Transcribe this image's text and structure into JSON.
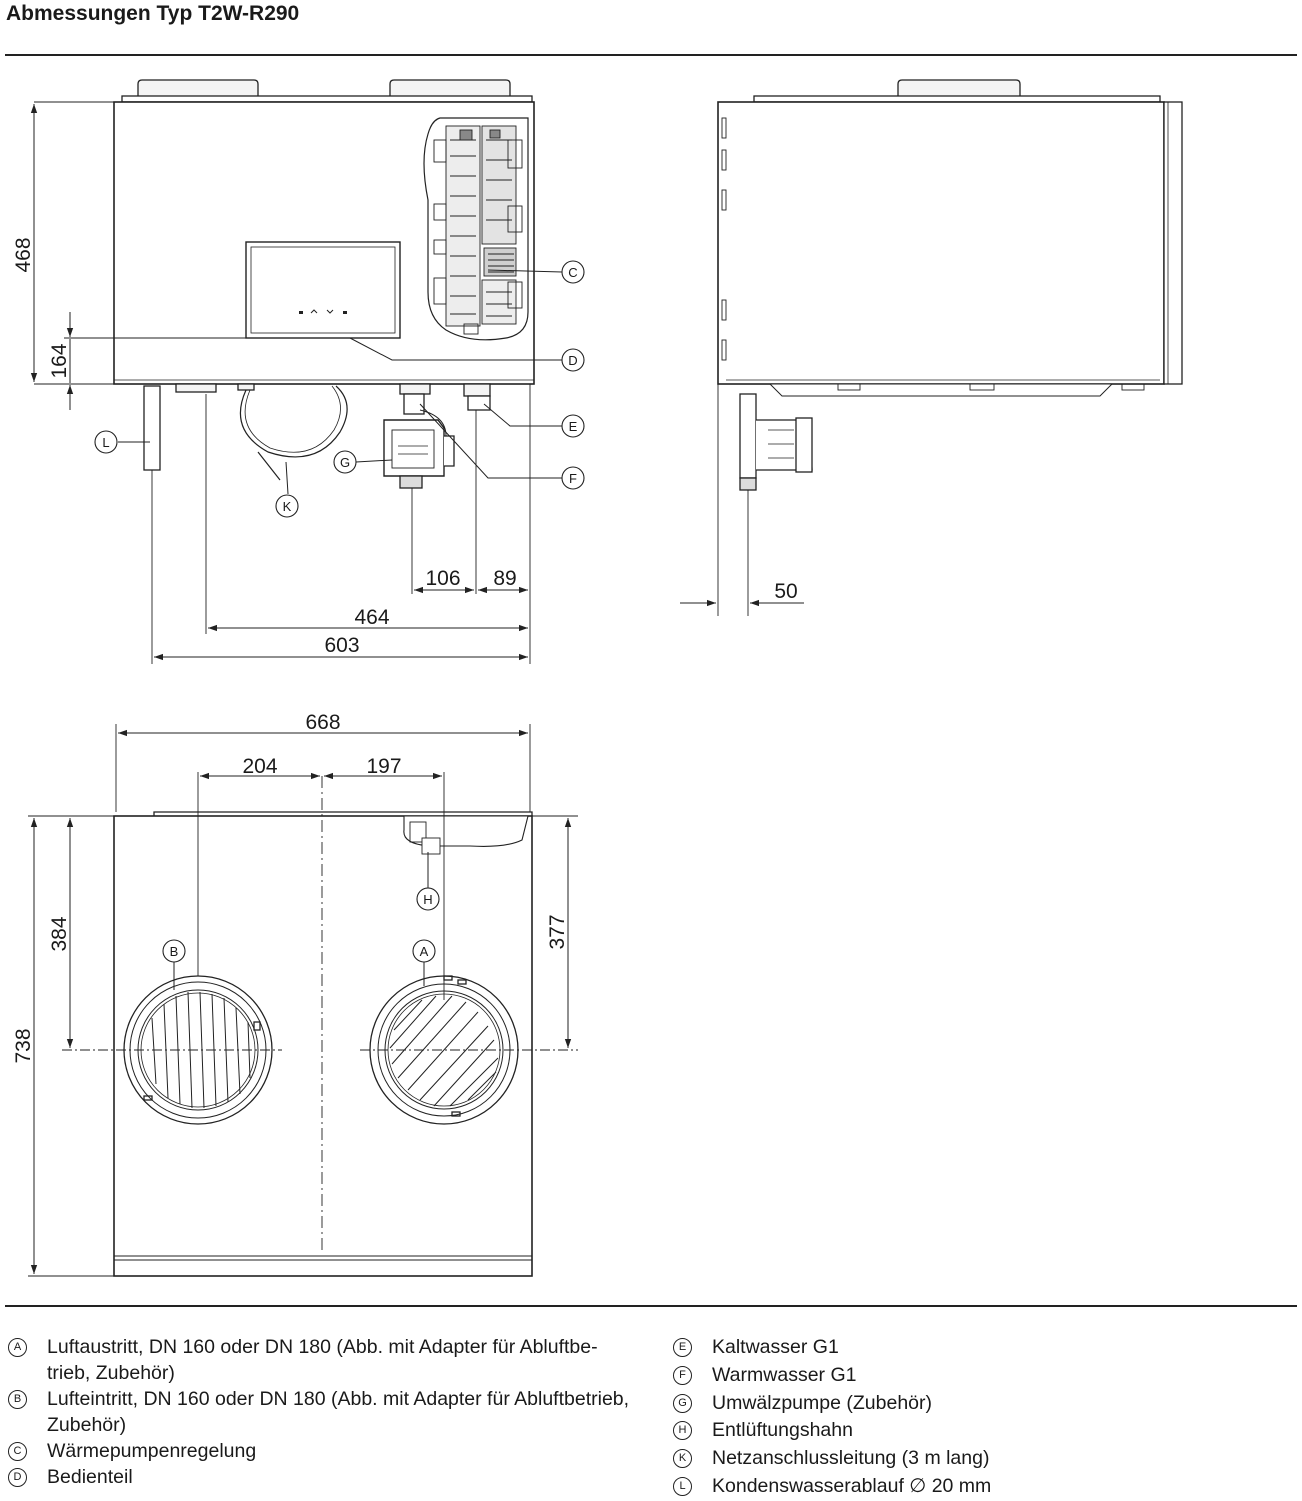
{
  "title": "Abmessungen Typ T2W-R290",
  "dimensions": {
    "h468": "468",
    "h164": "164",
    "d106": "106",
    "d89": "89",
    "d464": "464",
    "d603": "603",
    "d50": "50",
    "d668": "668",
    "d204": "204",
    "d197": "197",
    "h738": "738",
    "h384": "384",
    "h377": "377"
  },
  "markers": {
    "A": "A",
    "B": "B",
    "C": "C",
    "D": "D",
    "E": "E",
    "F": "F",
    "G": "G",
    "H": "H",
    "K": "K",
    "L": "L"
  },
  "legend_left": [
    {
      "marker": "A",
      "text": "Luftaustritt, DN 160 oder DN 180 (Abb. mit Adapter für Abluftbe­trieb, Zubehör)"
    },
    {
      "marker": "B",
      "text": "Lufteintritt, DN 160 oder DN 180 (Abb. mit Adapter für Abluftbe­trieb, Zubehör)"
    },
    {
      "marker": "C",
      "text": "Wärmepumpenregelung"
    },
    {
      "marker": "D",
      "text": "Bedienteil"
    }
  ],
  "legend_right": [
    {
      "marker": "E",
      "text": "Kaltwasser G1"
    },
    {
      "marker": "F",
      "text": "Warmwasser G1"
    },
    {
      "marker": "G",
      "text": "Umwälzpumpe (Zubehör)"
    },
    {
      "marker": "H",
      "text": "Entlüftungshahn"
    },
    {
      "marker": "K",
      "text": "Netzanschlussleitung (3 m lang)"
    },
    {
      "marker": "L",
      "text": "Kondenswasserablauf ∅ 20 mm"
    }
  ]
}
